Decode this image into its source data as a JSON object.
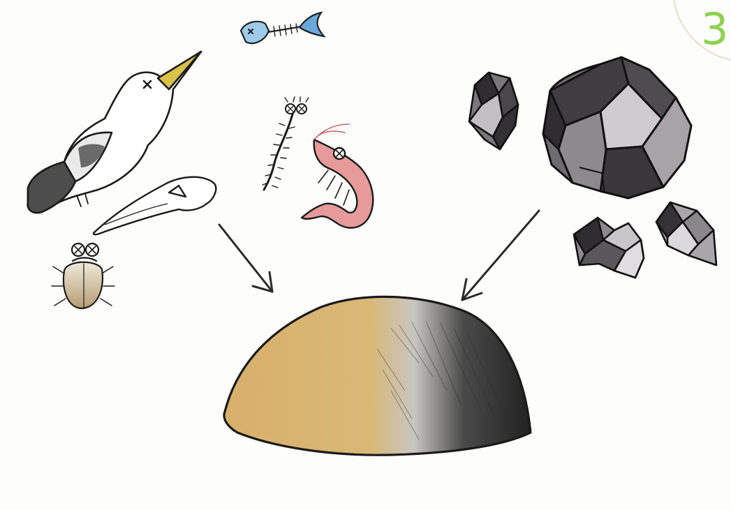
{
  "page": {
    "number": "3"
  },
  "colors": {
    "paper": "#fdfdfb",
    "ink": "#1a1a1a",
    "sand": "#d9b46a",
    "dark_sediment": "#2b2b2b",
    "rock_light": "#b9b6b9",
    "rock_mid": "#6e6b6e",
    "rock_dark": "#3c3a3c",
    "shrimp": "#e58b8b",
    "bird_tail": "#555555",
    "beak": "#d9c14a",
    "fish_blue": "#8fc3e8",
    "page_number": "#8fd14f"
  },
  "illustration": {
    "left_group": [
      "dead-bird",
      "bird-skull",
      "fish-skeleton",
      "dead-worm",
      "dead-shrimp",
      "dead-beetle"
    ],
    "right_group": [
      "large-rock",
      "rock-fragments"
    ],
    "result": "sediment-mound",
    "arrows": [
      "organic-remains-arrow",
      "rock-fragments-arrow"
    ]
  }
}
